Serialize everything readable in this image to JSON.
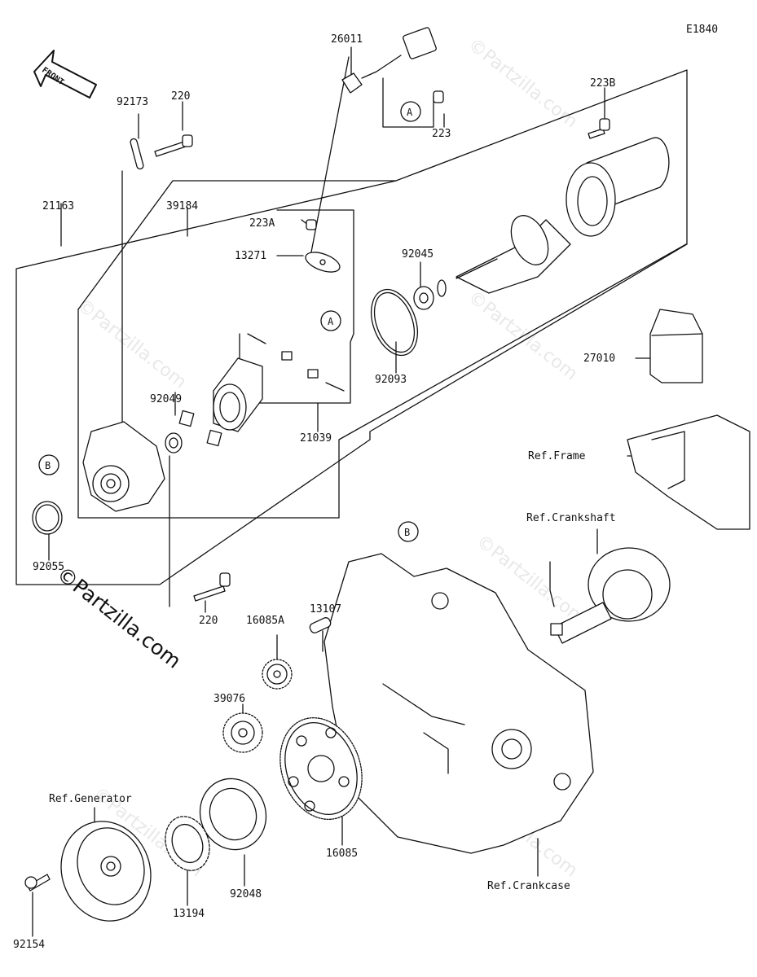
{
  "diagram_code": "E1840",
  "front_arrow": "FRONT",
  "watermark": "©Partzilla.com",
  "callouts": {
    "A": "A",
    "B": "B"
  },
  "parts": {
    "p26011": "26011",
    "p92173": "92173",
    "p220_top": "220",
    "p223": "223",
    "p223B": "223B",
    "p21163": "21163",
    "p39184": "39184",
    "p223A": "223A",
    "p13271": "13271",
    "p92045": "92045",
    "p92093": "92093",
    "p27010": "27010",
    "p92049": "92049",
    "p21039": "21039",
    "p92055": "92055",
    "p220_bottom": "220",
    "p13107": "13107",
    "p16085A": "16085A",
    "p39076": "39076",
    "p16085": "16085",
    "p92048": "92048",
    "p13194": "13194",
    "p92154": "92154"
  },
  "references": {
    "frame": "Ref.Frame",
    "crankshaft": "Ref.Crankshaft",
    "generator": "Ref.Generator",
    "crankcase": "Ref.Crankcase"
  }
}
